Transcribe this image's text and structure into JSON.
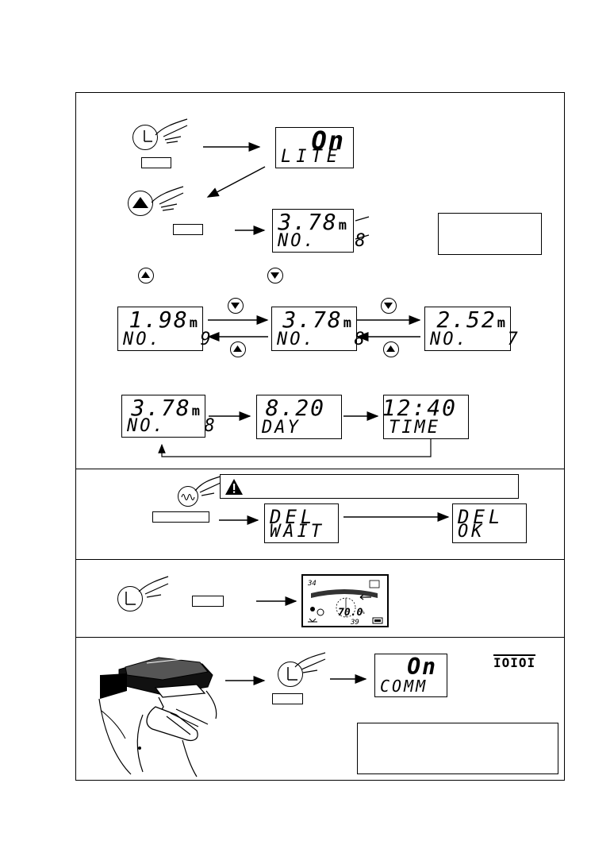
{
  "section_light": {
    "display_on": {
      "line1": "On",
      "line2": "LITE"
    },
    "display_reading": {
      "line1": "3.78",
      "unit": "m",
      "line2": "NO.   8"
    }
  },
  "section_scroll": {
    "left": {
      "line1": "1.98",
      "unit": "m",
      "line2": "NO.   9"
    },
    "center": {
      "line1": "3.78",
      "unit": "m",
      "line2": "NO.   8"
    },
    "right": {
      "line1": "2.52",
      "unit": "m",
      "line2": "NO.   7"
    }
  },
  "section_cycle": {
    "reading": {
      "line1": "3.78",
      "unit": "m",
      "line2": "NO.   8"
    },
    "date": {
      "line1": "8.20",
      "line2": "DAY"
    },
    "time": {
      "line1": "12:40",
      "line2": "TIME"
    }
  },
  "section_delete": {
    "wait": {
      "line1": "DEL",
      "line2": "WAIT"
    },
    "ok": {
      "line1": "DEL",
      "line2": "OK"
    }
  },
  "section_measure": {
    "percent": "70.0",
    "top_left": "34",
    "bottom_value": "39"
  },
  "section_comm": {
    "display": {
      "line1": "On",
      "line2": "COMM"
    },
    "comm_icon": "IOIOI"
  },
  "icons": {
    "clock": "clock-hand-icon",
    "up": "up-arrow-icon",
    "down": "down-arrow-icon",
    "warning": "warning-icon",
    "wave": "wave-icon",
    "hand": "pointing-hand-icon"
  }
}
